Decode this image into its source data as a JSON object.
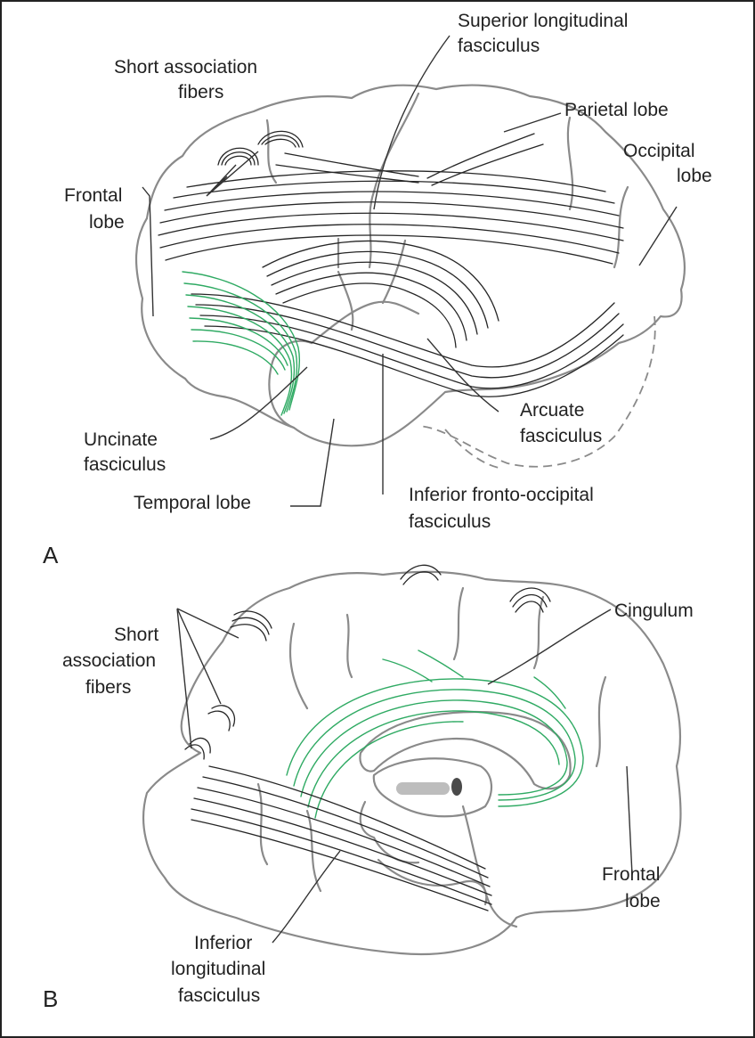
{
  "colors": {
    "background": "#ffffff",
    "frame": "#222222",
    "outline": "#8a8a8a",
    "fiber": "#262626",
    "highlight_fiber": "#2faa63",
    "label": "#222222"
  },
  "panel_a": {
    "letter": "A",
    "labels": {
      "short_association_fibers_1": "Short association",
      "short_association_fibers_2": "fibers",
      "superior_longitudinal_1": "Superior longitudinal",
      "superior_longitudinal_2": "fasciculus",
      "parietal_lobe": "Parietal lobe",
      "occipital_lobe_1": "Occipital",
      "occipital_lobe_2": "lobe",
      "frontal_lobe_1": "Frontal",
      "frontal_lobe_2": "lobe",
      "uncinate_1": "Uncinate",
      "uncinate_2": "fasciculus",
      "temporal_lobe": "Temporal lobe",
      "arcuate_1": "Arcuate",
      "arcuate_2": "fasciculus",
      "inferior_fronto_occipital_1": "Inferior fronto-occipital",
      "inferior_fronto_occipital_2": "fasciculus"
    }
  },
  "panel_b": {
    "letter": "B",
    "labels": {
      "short_association_1": "Short",
      "short_association_2": "association",
      "short_association_3": "fibers",
      "cingulum": "Cingulum",
      "frontal_lobe_1": "Frontal",
      "frontal_lobe_2": "lobe",
      "inferior_longitudinal_1": "Inferior",
      "inferior_longitudinal_2": "longitudinal",
      "inferior_longitudinal_3": "fasciculus"
    }
  }
}
